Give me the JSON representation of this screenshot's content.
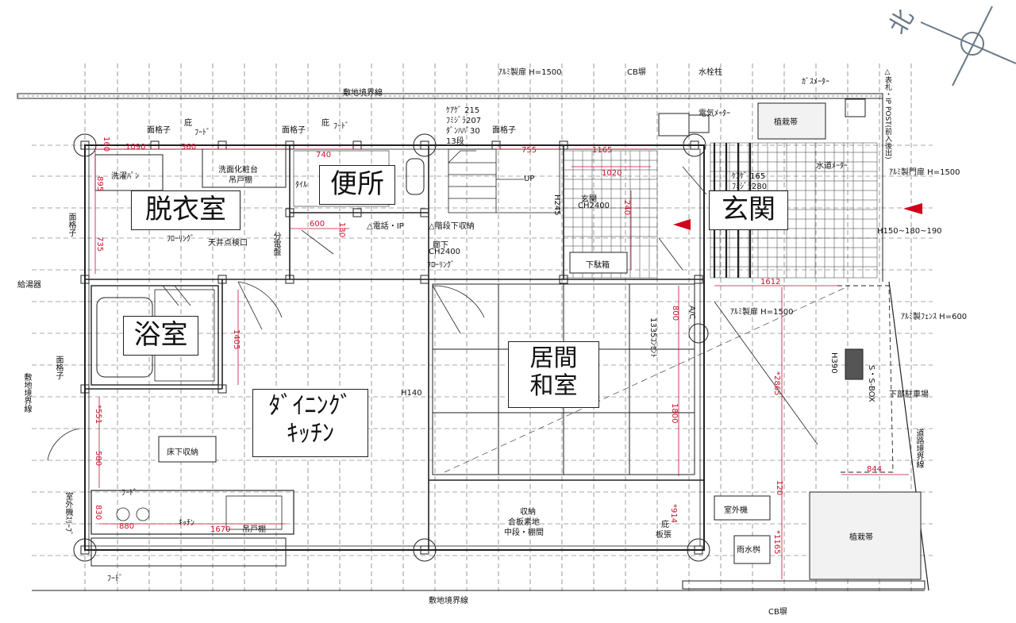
{
  "compass": {
    "label": "北"
  },
  "rooms": {
    "dressing": "脱衣室",
    "toilet": "便所",
    "entrance": "玄関",
    "bath": "浴室",
    "living_line1": "居間",
    "living_line2": "和室",
    "dining_line1": "ﾀﾞｲﾆﾝｸﾞ",
    "dining_line2": "ｷｯﾁﾝ"
  },
  "labels": {
    "boundary_top": "敷地境界線",
    "boundary_bottom": "敷地境界線",
    "boundary_left": "敷地境界線",
    "road_boundary": "道路境界線",
    "alum_door_top": "ｱﾙﾐ製扉 H=1500",
    "cb_fence_top": "CB塀",
    "cb_fence_bottom": "CB塀",
    "hydrant": "水栓柱",
    "gas_meter": "ｶﾞｽﾒｰﾀｰ",
    "elec_meter": "電気ﾒｰﾀｰ",
    "planter_top": "植栽帯",
    "planter_bottom": "植栽帯",
    "postbox": "△表札・IP POST(前入後出)",
    "water_meter": "水道ﾒｰﾀｰ",
    "alum_gate": "ｱﾙﾐ製門扉 H=1500",
    "stair_spec1": "ｹｱｹﾞ 215",
    "stair_spec2": "ﾌﾐｼﾞﾗ207",
    "stair_spec3": "ﾀﾞﾝﾊﾊﾞ30",
    "stair_spec4": "13段",
    "up": "UP",
    "tel_ip": "△電話・IP",
    "under_stair": "△階段下収納",
    "hall1": "廊下",
    "hall2": "CH2400",
    "hall3": "ﾌﾛｰﾘﾝｸﾞ",
    "genkan_small": "玄関",
    "genkan_ch": "CH2400",
    "entry_spec1": "ｹｱｹﾞ 165",
    "entry_spec2": "ﾌﾐｼﾞﾗ280",
    "shoe_box": "下駄箱",
    "h150": "H150~180~190",
    "lattice1": "面格子",
    "lattice2": "面格子",
    "lattice3": "面格子",
    "eave1": "庇",
    "eave2": "庇",
    "hood1": "ﾌｰﾄﾞ",
    "hood2": "ﾌｰﾄﾞ",
    "hood3": "ﾌｰﾄﾞ",
    "hood4": "ﾌｰﾄﾞ",
    "washer_pan": "洗濯ﾊﾟﾝ",
    "vanity1": "洗面化粧台",
    "vanity2": "吊戸棚",
    "tile": "ﾀｲﾙ",
    "flooring": "ﾌﾛｰﾘﾝｸﾞ",
    "ceiling_hatch": "天井点検口",
    "breaker": "分電盤",
    "water_heater": "給湯器",
    "lattice_side1": "面格子",
    "lattice_side2": "面格子",
    "under_floor": "床下収納",
    "kitchen": "ｷｯﾁﾝ",
    "cupboard": "吊戸棚",
    "outdoor_unit_side": "室外機ｽﾘｰﾌﾞ",
    "h140": "H140",
    "storage1": "収納",
    "storage2": "合板素地",
    "storage3": "中段・棚間",
    "eave_plank1": "庇",
    "eave_plank2": "板張",
    "outdoor_unit": "室外機",
    "rain_tank": "雨水桝",
    "alum_door_mid": "ｱﾙﾐ製扉 H=1500",
    "alum_fence": "ｱﾙﾐ製ﾌｪﾝｽ H=600",
    "parking": "下部駐車場",
    "h390": "H390",
    "sbox": "S・S-BOX",
    "ac": "A/C",
    "outlet": "1335ｺﾝｾﾝﾄ"
  },
  "dims": {
    "d1090": "1090",
    "d360": "360",
    "d740": "740",
    "d755": "755",
    "d1165a": "1165",
    "d1020": "1020",
    "d160a": "160",
    "d895": "895",
    "d735": "735",
    "d600": "600",
    "d130": "130",
    "d245": "H245",
    "d240": "240",
    "d1612": "1612",
    "d1405": "1405",
    "d800": "800",
    "d2865": "*2865",
    "d1800": "1800",
    "d551": "*551",
    "d580": "580",
    "d830": "830",
    "d880": "880",
    "d1670": "1670",
    "d914": "*914",
    "d1165b": "*1165",
    "d844": "844",
    "d390": "H390",
    "d120": "120"
  }
}
